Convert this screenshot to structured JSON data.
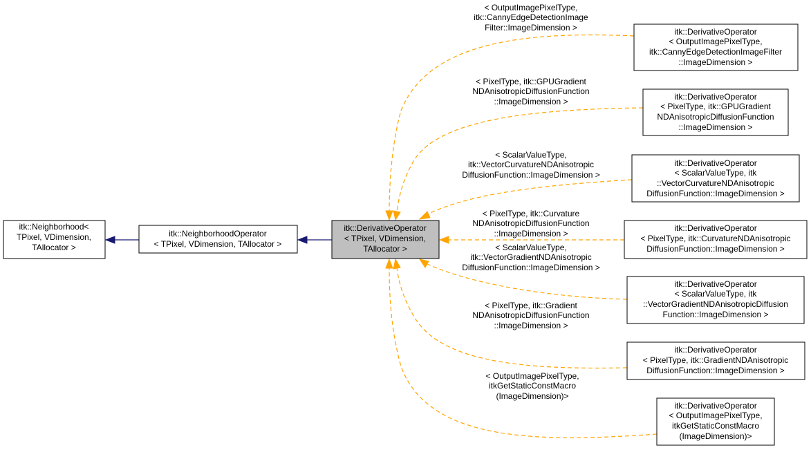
{
  "nodes": {
    "neighborhood": {
      "lines": [
        "itk::Neighborhood<",
        "TPixel, VDimension,",
        "TAllocator >"
      ]
    },
    "neighborhood_operator": {
      "lines": [
        "itk::NeighborhoodOperator",
        "< TPixel, VDimension, TAllocator >"
      ]
    },
    "derivative_operator": {
      "lines": [
        "itk::DerivativeOperator",
        "< TPixel, VDimension,",
        "TAllocator >"
      ]
    },
    "inst_canny": {
      "lines": [
        "itk::DerivativeOperator",
        "< OutputImagePixelType,",
        "itk::CannyEdgeDetectionImageFilter",
        "::ImageDimension >"
      ]
    },
    "inst_gpu_gradient": {
      "lines": [
        "itk::DerivativeOperator",
        "< PixelType, itk::GPUGradient",
        "NDAnisotropicDiffusionFunction",
        "::ImageDimension >"
      ]
    },
    "inst_vector_curvature": {
      "lines": [
        "itk::DerivativeOperator",
        "< ScalarValueType, itk",
        "::VectorCurvatureNDAnisotropic",
        "DiffusionFunction::ImageDimension >"
      ]
    },
    "inst_curvature": {
      "lines": [
        "itk::DerivativeOperator",
        "< PixelType, itk::CurvatureNDAnisotropic",
        "DiffusionFunction::ImageDimension >"
      ]
    },
    "inst_vector_gradient": {
      "lines": [
        "itk::DerivativeOperator",
        "< ScalarValueType, itk",
        "::VectorGradientNDAnisotropicDiffusion",
        "Function::ImageDimension >"
      ]
    },
    "inst_gradient": {
      "lines": [
        "itk::DerivativeOperator",
        "< PixelType, itk::GradientNDAnisotropic",
        "DiffusionFunction::ImageDimension >"
      ]
    },
    "inst_static_const": {
      "lines": [
        "itk::DerivativeOperator",
        "< OutputImagePixelType,",
        "itkGetStaticConstMacro",
        "(ImageDimension)>"
      ]
    }
  },
  "edge_labels": {
    "canny": [
      "< OutputImagePixelType,",
      "itk::CannyEdgeDetectionImage",
      "Filter::ImageDimension >"
    ],
    "gpu_gradient": [
      "< PixelType, itk::GPUGradient",
      "NDAnisotropicDiffusionFunction",
      "::ImageDimension >"
    ],
    "vector_curvature": [
      "< ScalarValueType,",
      "itk::VectorCurvatureNDAnisotropic",
      "DiffusionFunction::ImageDimension >"
    ],
    "curvature": [
      "< PixelType, itk::Curvature",
      "NDAnisotropicDiffusionFunction",
      "::ImageDimension >"
    ],
    "vector_gradient": [
      "< ScalarValueType,",
      "itk::VectorGradientNDAnisotropic",
      "DiffusionFunction::ImageDimension >"
    ],
    "gradient": [
      "< PixelType, itk::Gradient",
      "NDAnisotropicDiffusionFunction",
      "::ImageDimension >"
    ],
    "static_const": [
      "< OutputImagePixelType,",
      "itkGetStaticConstMacro",
      "(ImageDimension)>"
    ]
  },
  "colors": {
    "inheritance_edge": "#191970",
    "template_edge": "#ffa500",
    "current_node_fill": "#bfbfbf"
  }
}
